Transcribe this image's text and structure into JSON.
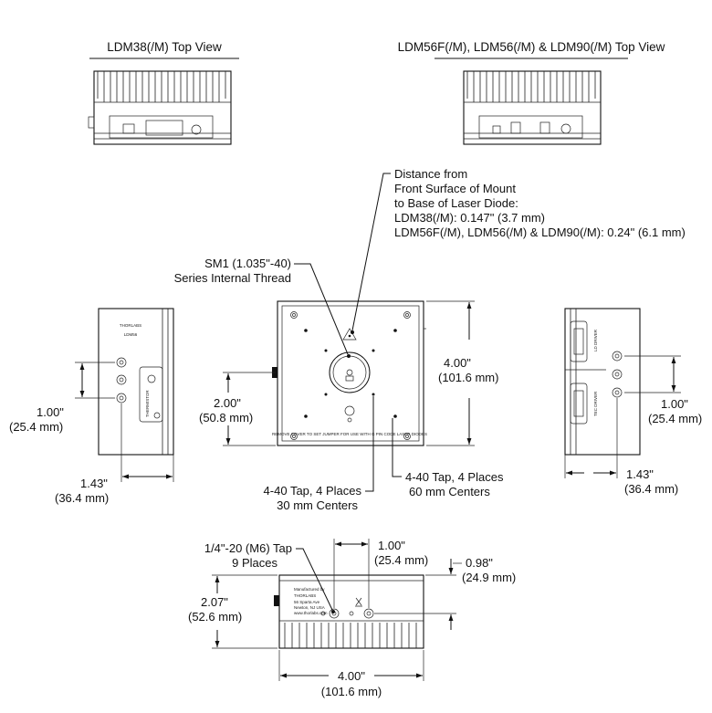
{
  "titles": {
    "top_view_ldm38": "LDM38(/M) Top View",
    "top_view_ldm56": "LDM56F(/M), LDM56(/M) & LDM90(/M) Top View"
  },
  "callouts": {
    "distance": [
      "Distance from",
      "Front Surface of Mount",
      "to Base of Laser Diode:",
      "LDM38(/M): 0.147\" (3.7 mm)",
      "LDM56F(/M), LDM56(/M) & LDM90(/M): 0.24\" (6.1 mm)"
    ],
    "sm1": [
      "SM1 (1.035\"-40)",
      "Series Internal Thread"
    ],
    "tap30": [
      "4-40 Tap, 4 Places",
      "30 mm Centers"
    ],
    "tap60": [
      "4-40 Tap, 4 Places",
      "60 mm Centers"
    ],
    "tap_quarter": [
      "1/4\"-20 (M6) Tap",
      "9 Places"
    ]
  },
  "dimensions": {
    "front_height": [
      "4.00\"",
      "(101.6 mm)"
    ],
    "front_center": [
      "2.00\"",
      "(50.8 mm)"
    ],
    "left_spacing": [
      "1.00\"",
      "(25.4 mm)"
    ],
    "left_depth": [
      "1.43\"",
      "(36.4 mm)"
    ],
    "right_spacing": [
      "1.00\"",
      "(25.4 mm)"
    ],
    "right_depth": [
      "1.43\"",
      "(36.4 mm)"
    ],
    "bottom_top_spacing": [
      "1.00\"",
      "(25.4 mm)"
    ],
    "bottom_offset": [
      "0.98\"",
      "(24.9 mm)"
    ],
    "bottom_height": [
      "2.07\"",
      "(52.6 mm)"
    ],
    "bottom_width": [
      "4.00\"",
      "(101.6 mm)"
    ]
  },
  "device_labels": {
    "brand": "THORLABS",
    "model": "LDM56",
    "ld_driver": "LD DRIVER",
    "tec_driver": "TEC DRIVER",
    "thermistor": "THERMISTOR",
    "remove_cover": "REMOVE COVER TO SET JUMPER FOR USE WITH G PIN CODE LASER DIODES",
    "manufactured_by": "Manufactured by",
    "address": [
      "56 Sparta Ave",
      "Newton, NJ USA",
      "www.thorlabs.com"
    ]
  }
}
